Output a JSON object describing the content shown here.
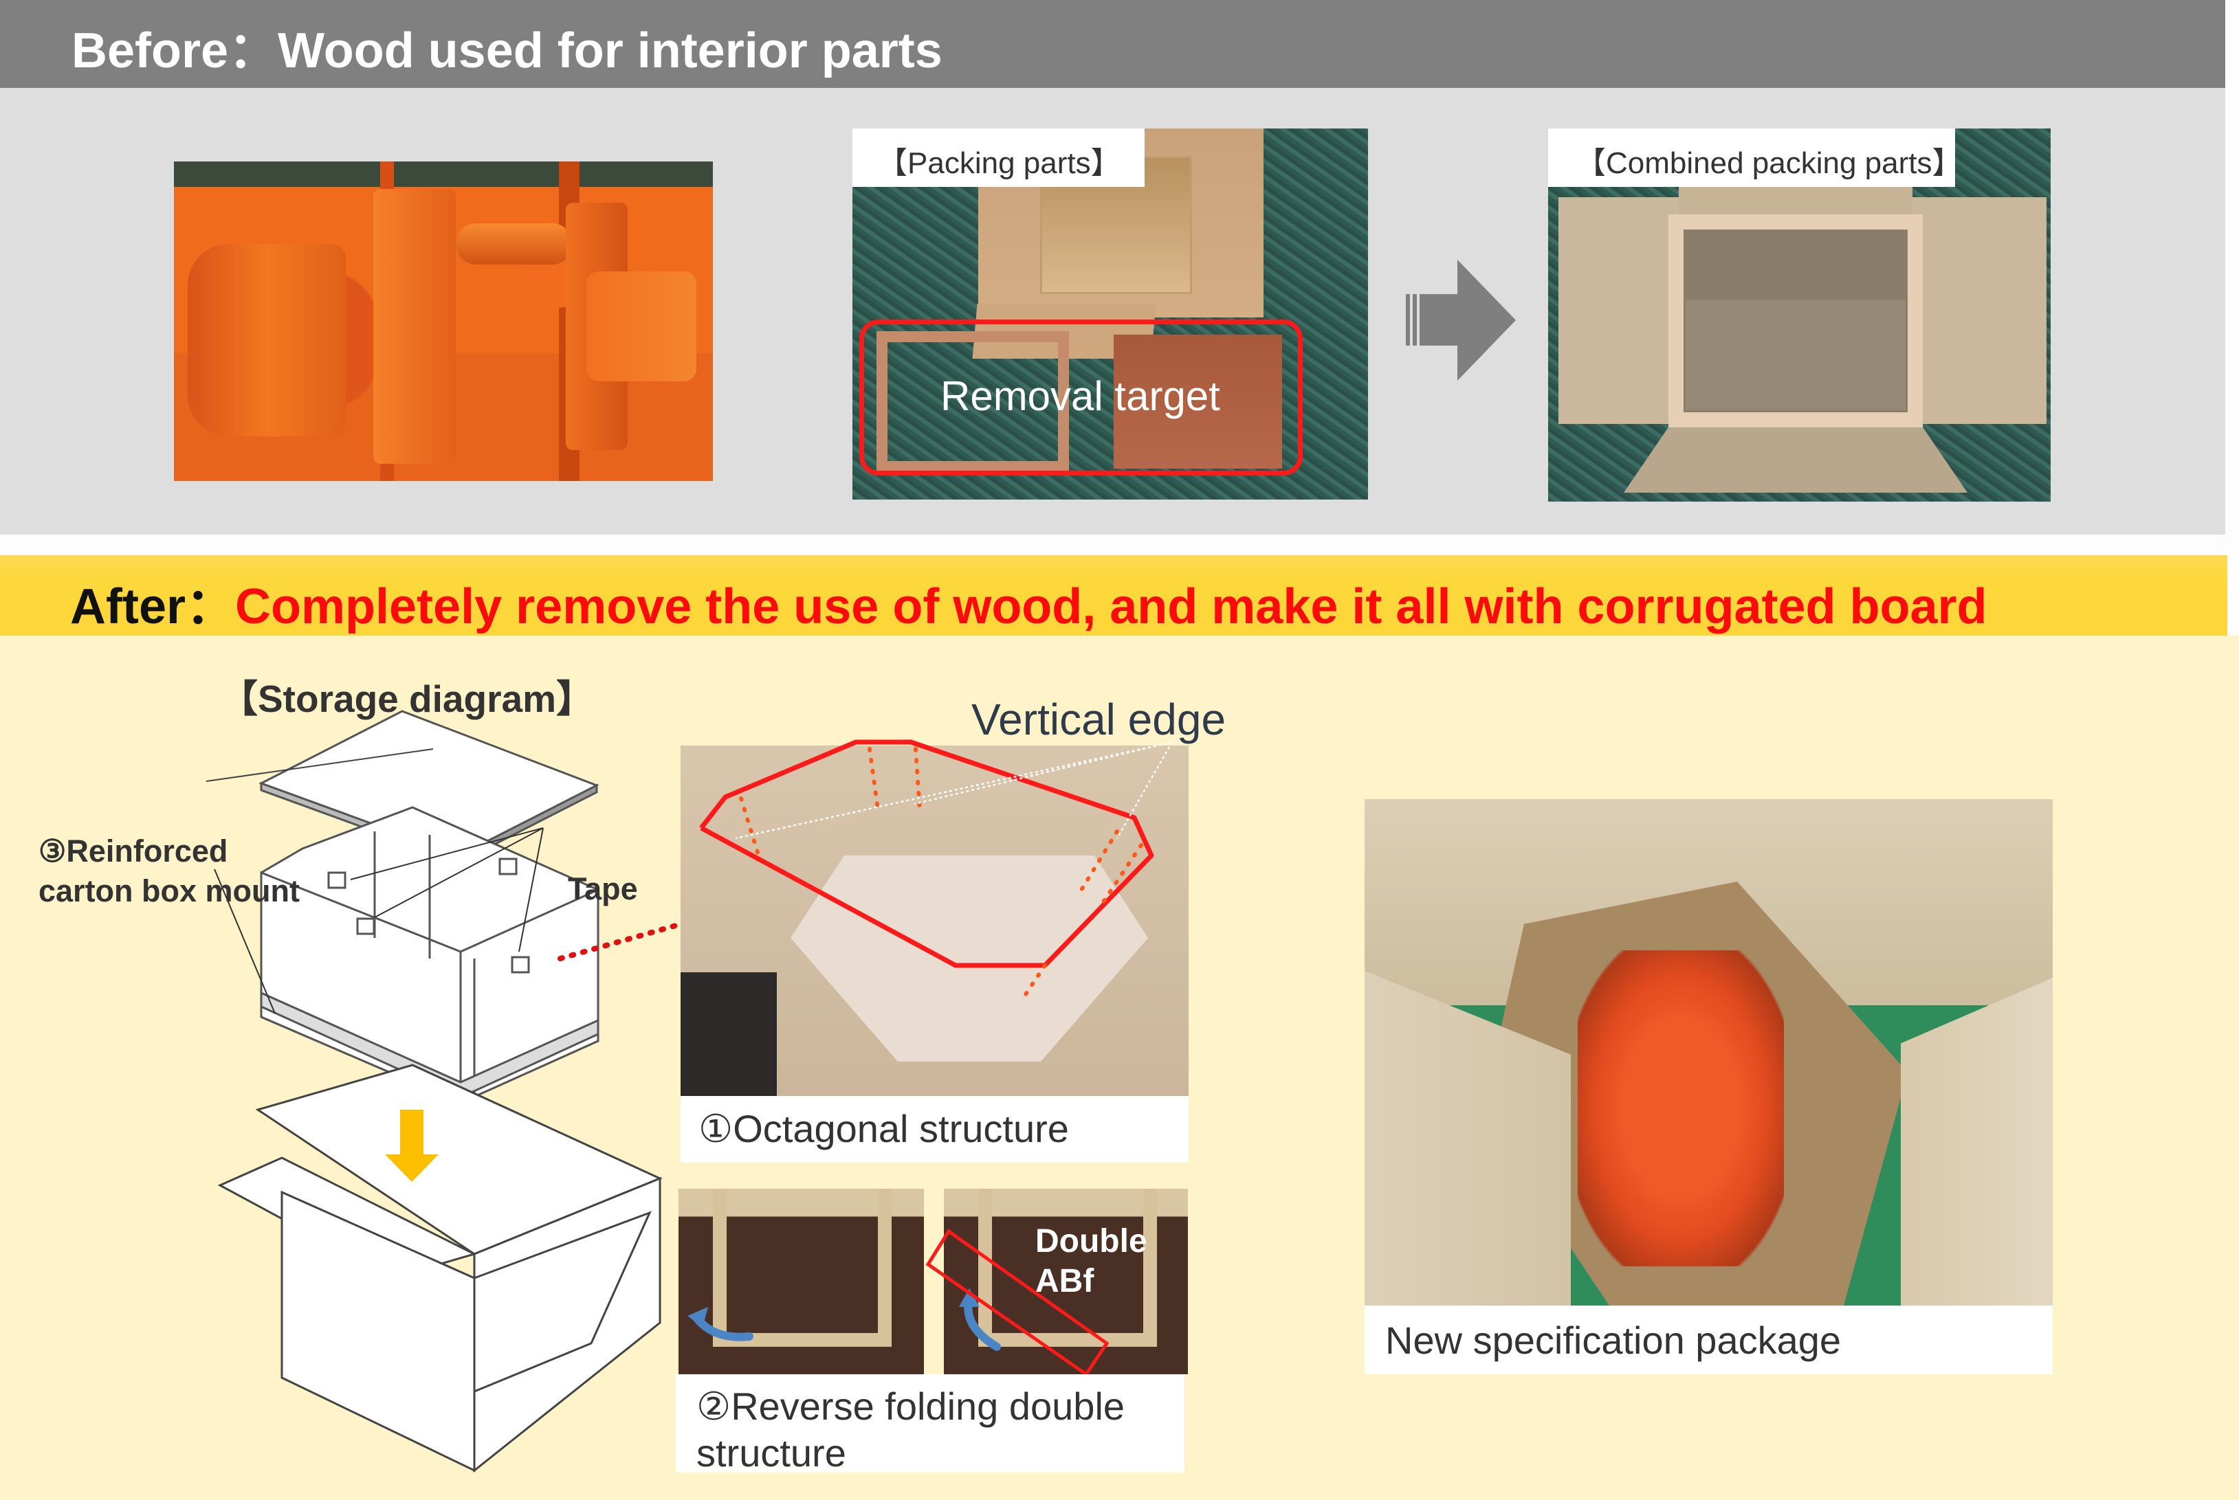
{
  "before": {
    "label": "Before",
    "separator": "：",
    "title": "Wood used for interior parts",
    "photos": [
      {
        "name": "hoist-product",
        "caption": ""
      },
      {
        "name": "packing-parts",
        "caption": "【Packing parts】",
        "highlight_label": "Removal target"
      },
      {
        "name": "combined-packing-parts",
        "caption": "【Combined packing parts】"
      }
    ],
    "arrow_icon": "right-arrow-icon"
  },
  "after": {
    "label": "After",
    "separator": "：",
    "title": "Completely remove the use of wood, and make it all with corrugated board",
    "title_color": "#ff0a0a"
  },
  "storage_diagram": {
    "title": "【Storage diagram】",
    "reinforced_label_line1": "③Reinforced",
    "reinforced_label_line2": "carton box mount",
    "tape_label": "Tape"
  },
  "octagonal": {
    "annotation": "Vertical edge",
    "caption": "①Octagonal structure"
  },
  "reverse_folding": {
    "overlay_label_line1": "Double",
    "overlay_label_line2": "ABf",
    "caption": "②Reverse folding double structure"
  },
  "new_package": {
    "caption": "New specification package"
  },
  "colors": {
    "before_header": "#808080",
    "before_body": "#dedede",
    "after_header": "#fdd83b",
    "after_body": "#fef3c9",
    "highlight_red": "#ff1a1a",
    "arrow_yellow": "#fbbf00"
  }
}
